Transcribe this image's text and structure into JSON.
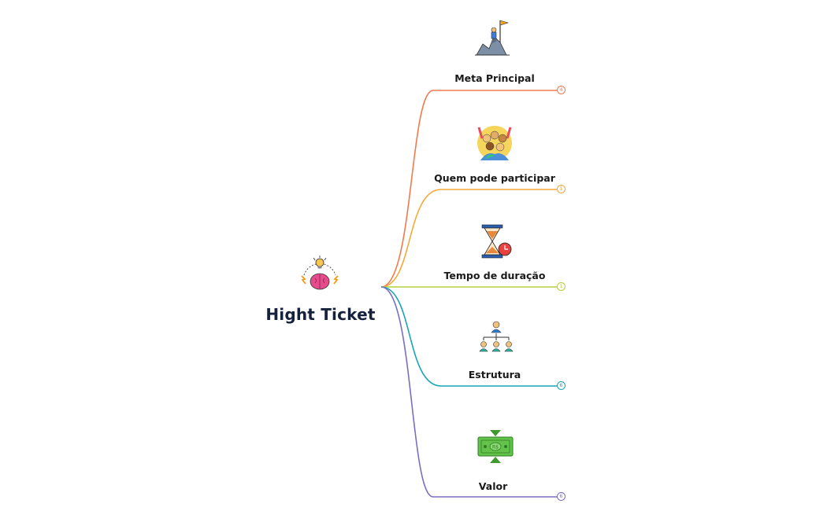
{
  "root": {
    "title": "Hight Ticket",
    "icon": "brain-lightbulb-icon"
  },
  "branches": [
    {
      "label": "Meta Principal",
      "count": "4",
      "color": "#f07a4c",
      "icon": "mountain-summit-flag-icon"
    },
    {
      "label": "Quem pode participar",
      "count": "1",
      "color": "#f5a83a",
      "icon": "cheering-crowd-icon"
    },
    {
      "label": "Tempo de duração",
      "count": "1",
      "color": "#b6cf3b",
      "icon": "hourglass-clock-icon"
    },
    {
      "label": "Estrutura",
      "count": "6",
      "color": "#1aa3b8",
      "icon": "org-chart-icon"
    },
    {
      "label": "Valor",
      "count": "6",
      "color": "#7b6dc2",
      "icon": "money-banknote-icon"
    }
  ]
}
